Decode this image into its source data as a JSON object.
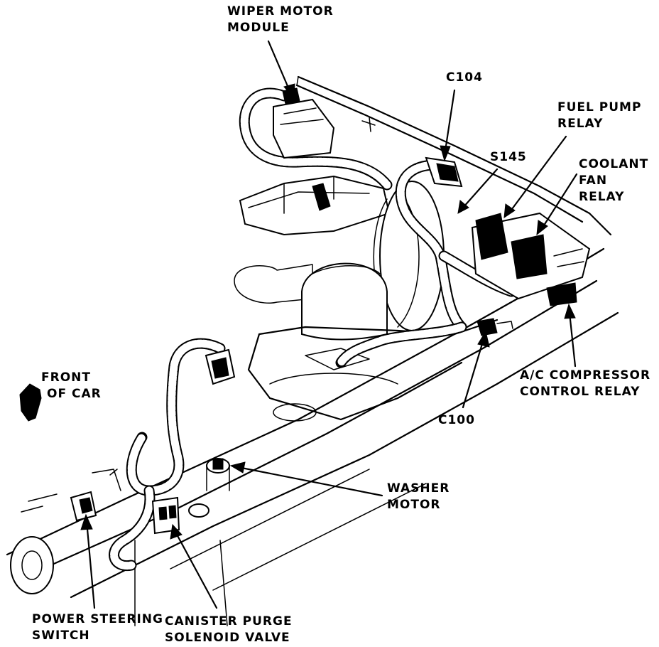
{
  "labels": {
    "wiper_motor_module": [
      "WIPER MOTOR",
      "MODULE"
    ],
    "c104": "C104",
    "fuel_pump_relay": [
      "FUEL PUMP",
      "RELAY"
    ],
    "s145": "S145",
    "coolant_fan_relay": [
      "COOLANT",
      "FAN",
      "RELAY"
    ],
    "front_of_car": [
      "FRONT",
      "OF CAR"
    ],
    "ac_compressor_control_relay": [
      "A/C COMPRESSOR",
      "CONTROL RELAY"
    ],
    "c100": "C100",
    "washer_motor": [
      "WASHER",
      "MOTOR"
    ],
    "power_steering_switch": [
      "POWER STEERING",
      "SWITCH"
    ],
    "canister_purge_solenoid_valve": [
      "CANISTER PURGE",
      "SOLENOID VALVE"
    ]
  }
}
